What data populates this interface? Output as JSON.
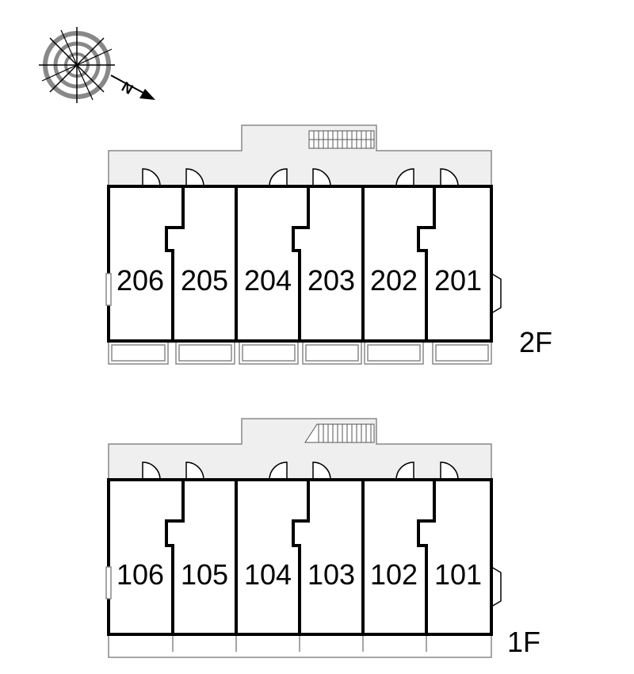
{
  "compass": {
    "icon": "compass-rose-icon",
    "north_letter": "N"
  },
  "floors": [
    {
      "id": "2F",
      "label": "2F",
      "units": [
        "206",
        "205",
        "204",
        "203",
        "202",
        "201"
      ]
    },
    {
      "id": "1F",
      "label": "1F",
      "units": [
        "106",
        "105",
        "104",
        "103",
        "102",
        "101"
      ]
    }
  ],
  "colors": {
    "wall": "#000000",
    "corridor": "#efefef",
    "outline": "#888888"
  }
}
